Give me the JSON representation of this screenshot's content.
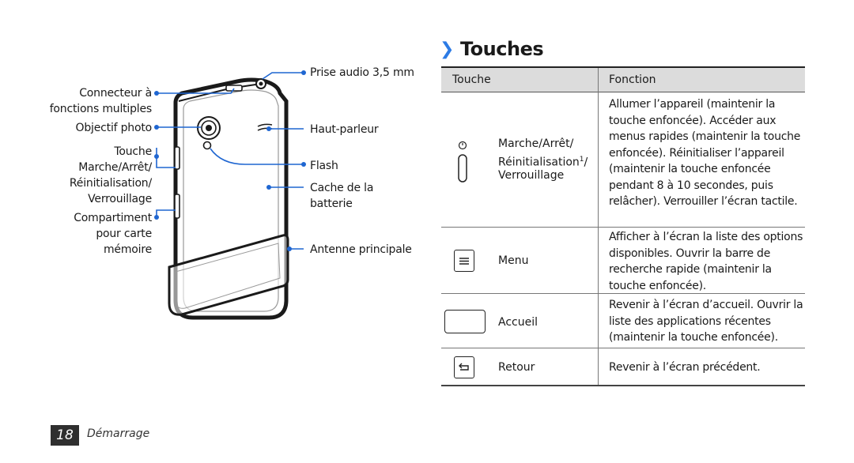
{
  "diagram": {
    "labels": {
      "connecteur": "Connecteur à",
      "fonctions": "fonctions multiples",
      "objectif": "Objectif photo",
      "touche": "Touche",
      "marche": "Marche/Arrêt/",
      "reinit": "Réinitialisation/",
      "verrou": "Verrouillage",
      "compartiment": "Compartiment",
      "pourcarte": "pour carte",
      "memoire": "mémoire",
      "prise": "Prise audio 3,5 mm",
      "hautparleur": "Haut-parleur",
      "flash": "Flash",
      "cache": "Cache de la",
      "batterie": "batterie",
      "antenne": "Antenne principale"
    }
  },
  "section": {
    "title": "Touches",
    "bullet": "❯"
  },
  "table": {
    "headers": {
      "key": "Touche",
      "function": "Fonction"
    },
    "rows": [
      {
        "icon": "power-key-icon",
        "name_line1": "Marche/Arrêt/",
        "name_line2": "Réinitialisation",
        "name_sup": "1",
        "name_suffix": "/",
        "name_line3": "Verrouillage",
        "function": "Allumer l’appareil (maintenir la touche enfoncée). Accéder aux menus rapides (maintenir la touche enfoncée). Réinitialiser l’appareil (maintenir la touche enfoncée pendant 8 à 10 secondes, puis relâcher). Verrouiller l’écran tactile."
      },
      {
        "icon": "menu-key-icon",
        "name": "Menu",
        "function": "Afficher à l’écran la liste des options disponibles. Ouvrir la barre de recherche rapide (maintenir la touche enfoncée)."
      },
      {
        "icon": "home-key-icon",
        "name": "Accueil",
        "function": "Revenir à l’écran d’accueil. Ouvrir la liste des applications récentes (maintenir la touche enfoncée)."
      },
      {
        "icon": "back-key-icon",
        "name": "Retour",
        "function": "Revenir à l’écran précédent."
      }
    ]
  },
  "footer": {
    "page_number": "18",
    "section": "Démarrage"
  },
  "colors": {
    "accent": "#2c7be5",
    "line": "#1f66d1"
  }
}
